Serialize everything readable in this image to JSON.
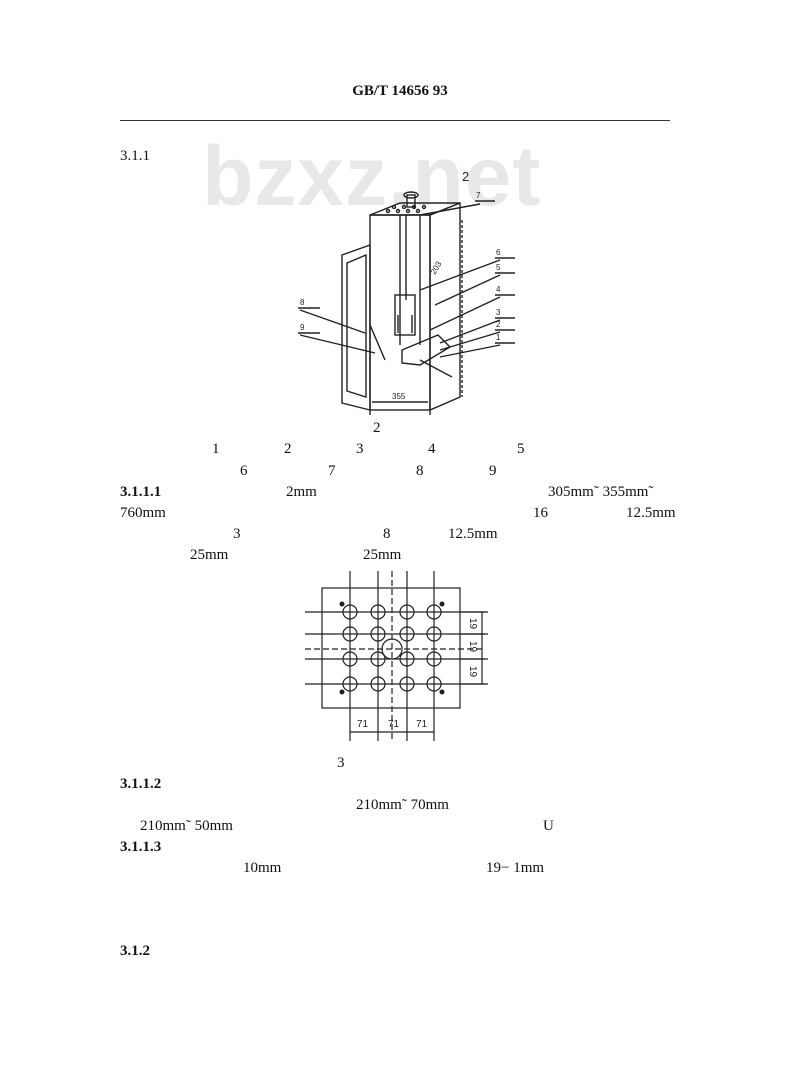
{
  "header": {
    "standard": "GB/T 14656    93"
  },
  "watermark": "bzxz.net",
  "sections": {
    "s311": "3.1.1",
    "s3111": "3.1.1.1",
    "s3112": "3.1.1.2",
    "s3113": "3.1.1.3",
    "s312": "3.1.2"
  },
  "figure2": {
    "top_label": "2",
    "callouts": [
      "7",
      "6",
      "5",
      "4",
      "3",
      "2",
      "1",
      "8",
      "9"
    ],
    "dim_width": "355",
    "dim_diag": "203",
    "caption": "2",
    "legend_row1": [
      "1",
      "2",
      "3",
      "4",
      "5"
    ],
    "legend_row2": [
      "6",
      "7",
      "8",
      "9"
    ]
  },
  "para3111": {
    "v_2mm": "2mm",
    "v_305": "305mm˜  355mm˜",
    "v_760": "760mm",
    "v_16": "16",
    "v_125a": "12.5mm",
    "v_3": "3",
    "v_8": "8",
    "v_125b": "12.5mm",
    "v_25a": "25mm",
    "v_25b": "25mm"
  },
  "figure3": {
    "dims_bottom": [
      "71",
      "71",
      "71"
    ],
    "dims_right": [
      "19",
      "19",
      "19"
    ],
    "caption": "3"
  },
  "para3112": {
    "v_210_70": "210mm˜  70mm",
    "v_210_50": "210mm˜  50mm",
    "v_U": "U"
  },
  "para3113": {
    "v_10mm": "10mm",
    "v_19": "19−  1mm"
  }
}
